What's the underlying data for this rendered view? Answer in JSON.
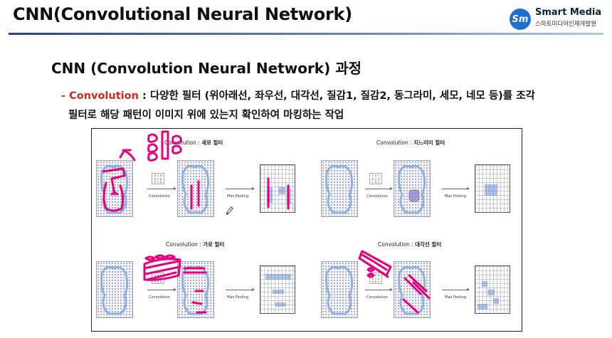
{
  "header": {
    "title": "CNN(Convolutional Neural Network)",
    "logo_mark": "Sm",
    "logo_name": "Smart Media",
    "logo_sub": "스마트미디어인재개발원"
  },
  "content": {
    "subtitle": "CNN (Convolution Neural Network) 과정",
    "bullet_marker": "-",
    "term": "Convolution",
    "desc_line1": " : 다양한 필터 (위아래선, 좌우선, 대각선, 질감1, 질감2, 동그라미, 세모, 네모 등)를 조각",
    "desc_line2": "필터로 해당 패턴이 이미지 위에 있는지 확인하여 마킹하는 작업"
  },
  "figure": {
    "panels": [
      {
        "prefix": "Convolution : ",
        "name": "세로 필터",
        "kernel": [
          "0 1 0",
          "0 1 0",
          "0 1 0"
        ]
      },
      {
        "prefix": "Convolution : ",
        "name": "지느러미 필터",
        "kernel": [
          "1 0 1",
          "0 1 0",
          "1 0 1"
        ]
      },
      {
        "prefix": "Convolution : ",
        "name": "가로 필터",
        "kernel": [
          "0 0 0",
          "1 1 1",
          "0 0 0"
        ]
      },
      {
        "prefix": "Convolution : ",
        "name": "대각선 필터",
        "kernel": [
          "1 0 0",
          "0 1 0",
          "0 0 1"
        ]
      }
    ],
    "op_convolution": "Convolution",
    "op_maxpooling": "Max Pooling",
    "colors": {
      "shape": "#8fb0e4",
      "highlight": "#e6007e",
      "accent": "#2a3f8f"
    }
  }
}
